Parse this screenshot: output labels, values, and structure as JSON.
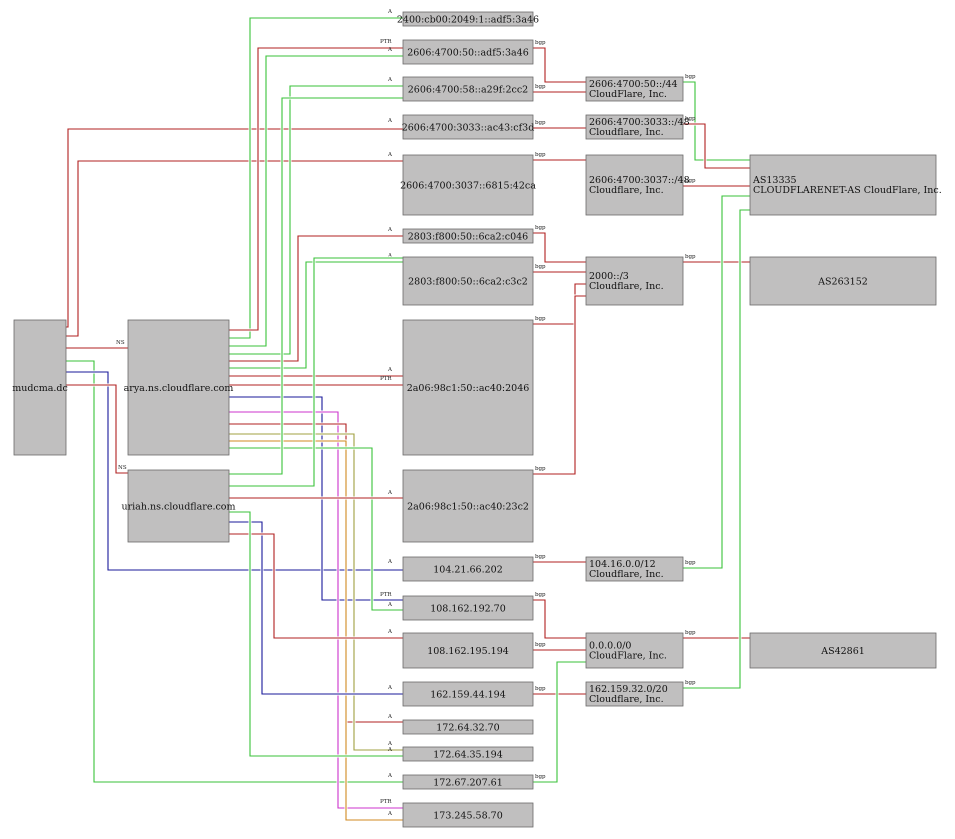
{
  "colors": {
    "node_fill": "#c0bfbf",
    "node_stroke": "#6a6a6a",
    "edge_red": "#b02020",
    "edge_green": "#39c239",
    "edge_blue": "#1a1a9a",
    "edge_magenta": "#cc33cc",
    "edge_orange": "#d08a20",
    "edge_olive": "#a0a040"
  },
  "nodes": [
    {
      "id": "zone",
      "label": "mudcma.dc"
    },
    {
      "id": "arya",
      "label": "arya.ns.cloudflare.com"
    },
    {
      "id": "uriah",
      "label": "uriah.ns.cloudflare.com"
    },
    {
      "id": "ip6_1",
      "label": "2400:cb00:2049:1::adf5:3a46"
    },
    {
      "id": "ip6_2",
      "label": "2606:4700:50::adf5:3a46"
    },
    {
      "id": "ip6_3",
      "label": "2606:4700:58::a29f:2cc2"
    },
    {
      "id": "ip6_4",
      "label": "2606:4700:3033::ac43:cf3d"
    },
    {
      "id": "ip6_5",
      "label": "2606:4700:3037::6815:42ca"
    },
    {
      "id": "ip6_6",
      "label": "2803:f800:50::6ca2:c046"
    },
    {
      "id": "ip6_7",
      "label": "2803:f800:50::6ca2:c3c2"
    },
    {
      "id": "ip6_8",
      "label": "2a06:98c1:50::ac40:2046"
    },
    {
      "id": "ip6_9",
      "label": "2a06:98c1:50::ac40:23c2"
    },
    {
      "id": "ip4_1",
      "label": "104.21.66.202"
    },
    {
      "id": "ip4_2",
      "label": "108.162.192.70"
    },
    {
      "id": "ip4_3",
      "label": "108.162.195.194"
    },
    {
      "id": "ip4_4",
      "label": "162.159.44.194"
    },
    {
      "id": "ip4_5",
      "label": "172.64.32.70"
    },
    {
      "id": "ip4_6",
      "label": "172.64.35.194"
    },
    {
      "id": "ip4_7",
      "label": "172.67.207.61"
    },
    {
      "id": "ip4_8",
      "label": "173.245.58.70"
    },
    {
      "id": "pfx_1",
      "label": "2606:4700:50::/44",
      "label2": "CloudFlare, Inc."
    },
    {
      "id": "pfx_2",
      "label": "2606:4700:3033::/48",
      "label2": "Cloudflare, Inc."
    },
    {
      "id": "pfx_3",
      "label": "2606:4700:3037::/48",
      "label2": "Cloudflare, Inc."
    },
    {
      "id": "pfx_4",
      "label": "2000::/3",
      "label2": "Cloudflare, Inc."
    },
    {
      "id": "pfx_5",
      "label": "104.16.0.0/12",
      "label2": "Cloudflare, Inc."
    },
    {
      "id": "pfx_6",
      "label": "0.0.0.0/0",
      "label2": "CloudFlare, Inc."
    },
    {
      "id": "pfx_7",
      "label": "162.159.32.0/20",
      "label2": "Cloudflare, Inc."
    },
    {
      "id": "as_1",
      "label": "AS13335",
      "label2": "CLOUDFLARENET-AS CloudFlare, Inc."
    },
    {
      "id": "as_2",
      "label": "AS263152"
    },
    {
      "id": "as_3",
      "label": "AS42861"
    }
  ],
  "edge_labels": {
    "a": "A",
    "ptr": "PTR",
    "ns": "NS",
    "bgp": "bgp"
  }
}
